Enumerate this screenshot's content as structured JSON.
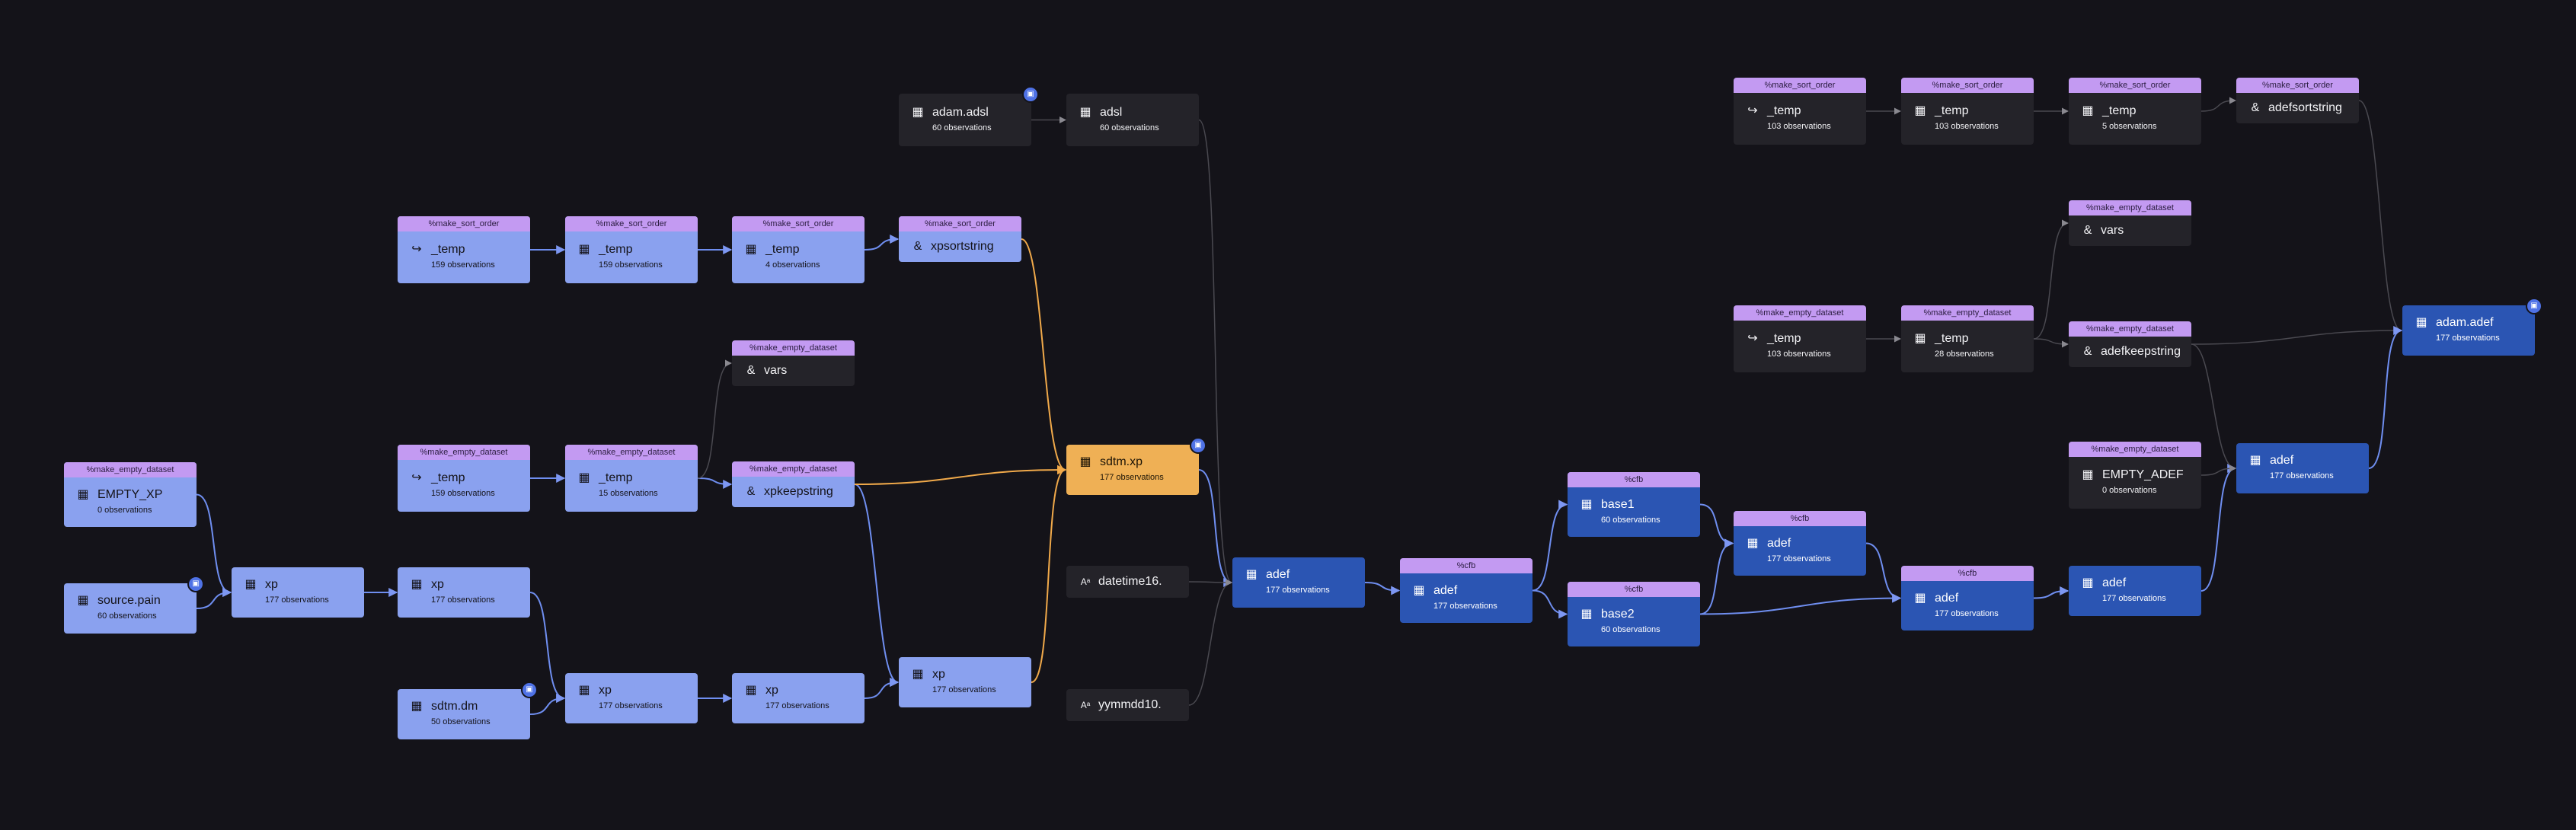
{
  "colors": {
    "background": "#141319",
    "light_node": "#8aa1ef",
    "dark_node": "#242329",
    "blue_node": "#2b55b3",
    "orange_node": "#efb055",
    "tag": "#c39af2",
    "edge_blue": "#6f8ef0",
    "edge_orange": "#f0a94a",
    "edge_gray": "#4a4950"
  },
  "icons": {
    "table": "table-icon",
    "import": "file-import-icon",
    "macro": "ampersand-icon",
    "format": "format-icon",
    "output": "save-icon"
  },
  "nodes": [
    {
      "id": "n1",
      "tag": "%make_empty_dataset",
      "icon": "table",
      "name": "EMPTY_XP",
      "obs": "0 observations",
      "style": "light"
    },
    {
      "id": "n2",
      "tag": "",
      "icon": "table",
      "name": "source.pain",
      "obs": "60 observations",
      "style": "light",
      "badge": true
    },
    {
      "id": "n3",
      "tag": "",
      "icon": "table",
      "name": "xp",
      "obs": "177 observations",
      "style": "light"
    },
    {
      "id": "n4",
      "tag": "%make_sort_order",
      "icon": "import",
      "name": "_temp",
      "obs": "159 observations",
      "style": "light"
    },
    {
      "id": "n5",
      "tag": "%make_empty_dataset",
      "icon": "import",
      "name": "_temp",
      "obs": "159 observations",
      "style": "light"
    },
    {
      "id": "n6",
      "tag": "",
      "icon": "table",
      "name": "xp",
      "obs": "177 observations",
      "style": "light"
    },
    {
      "id": "n7",
      "tag": "",
      "icon": "table",
      "name": "sdtm.dm",
      "obs": "50 observations",
      "style": "light",
      "badge": true
    },
    {
      "id": "n8",
      "tag": "%make_sort_order",
      "icon": "table",
      "name": "_temp",
      "obs": "159 observations",
      "style": "light"
    },
    {
      "id": "n9",
      "tag": "%make_empty_dataset",
      "icon": "table",
      "name": "_temp",
      "obs": "15 observations",
      "style": "light"
    },
    {
      "id": "n10",
      "tag": "",
      "icon": "table",
      "name": "xp",
      "obs": "177 observations",
      "style": "light"
    },
    {
      "id": "n11",
      "tag": "%make_sort_order",
      "icon": "table",
      "name": "_temp",
      "obs": "4 observations",
      "style": "light"
    },
    {
      "id": "n12",
      "tag": "%make_empty_dataset",
      "icon": "macro",
      "name": "vars",
      "obs": "",
      "style": "dark"
    },
    {
      "id": "n13",
      "tag": "%make_empty_dataset",
      "icon": "macro",
      "name": "xpkeepstring",
      "obs": "",
      "style": "light"
    },
    {
      "id": "n14",
      "tag": "",
      "icon": "table",
      "name": "xp",
      "obs": "177 observations",
      "style": "light"
    },
    {
      "id": "n15",
      "tag": "",
      "icon": "table",
      "name": "adam.adsl",
      "obs": "60 observations",
      "style": "dark",
      "badge": true
    },
    {
      "id": "n16",
      "tag": "%make_sort_order",
      "icon": "macro",
      "name": "xpsortstring",
      "obs": "",
      "style": "light"
    },
    {
      "id": "n17",
      "tag": "",
      "icon": "table",
      "name": "xp",
      "obs": "177 observations",
      "style": "light"
    },
    {
      "id": "n18",
      "tag": "",
      "icon": "table",
      "name": "adsl",
      "obs": "60 observations",
      "style": "dark"
    },
    {
      "id": "n19",
      "tag": "",
      "icon": "table",
      "name": "sdtm.xp",
      "obs": "177 observations",
      "style": "orange",
      "badge": true
    },
    {
      "id": "n20",
      "tag": "",
      "icon": "format",
      "name": "datetime16.",
      "obs": "",
      "style": "dark"
    },
    {
      "id": "n21",
      "tag": "",
      "icon": "format",
      "name": "yymmdd10.",
      "obs": "",
      "style": "dark"
    },
    {
      "id": "n22",
      "tag": "",
      "icon": "table",
      "name": "adef",
      "obs": "177 observations",
      "style": "blue"
    },
    {
      "id": "n23",
      "tag": "%cfb",
      "icon": "table",
      "name": "adef",
      "obs": "177 observations",
      "style": "blue"
    },
    {
      "id": "n24",
      "tag": "%cfb",
      "icon": "table",
      "name": "base1",
      "obs": "60 observations",
      "style": "blue"
    },
    {
      "id": "n25",
      "tag": "%cfb",
      "icon": "table",
      "name": "base2",
      "obs": "60 observations",
      "style": "blue"
    },
    {
      "id": "n26",
      "tag": "%cfb",
      "icon": "table",
      "name": "adef",
      "obs": "177 observations",
      "style": "blue"
    },
    {
      "id": "n27",
      "tag": "%make_sort_order",
      "icon": "import",
      "name": "_temp",
      "obs": "103 observations",
      "style": "dark"
    },
    {
      "id": "n28",
      "tag": "%make_empty_dataset",
      "icon": "import",
      "name": "_temp",
      "obs": "103 observations",
      "style": "dark"
    },
    {
      "id": "n29",
      "tag": "%cfb",
      "icon": "table",
      "name": "adef",
      "obs": "177 observations",
      "style": "blue"
    },
    {
      "id": "n30",
      "tag": "%make_sort_order",
      "icon": "table",
      "name": "_temp",
      "obs": "103 observations",
      "style": "dark"
    },
    {
      "id": "n31",
      "tag": "%make_empty_dataset",
      "icon": "table",
      "name": "_temp",
      "obs": "28 observations",
      "style": "dark"
    },
    {
      "id": "n32",
      "tag": "%make_sort_order",
      "icon": "table",
      "name": "_temp",
      "obs": "5 observations",
      "style": "dark"
    },
    {
      "id": "n33",
      "tag": "%make_empty_dataset",
      "icon": "macro",
      "name": "vars",
      "obs": "",
      "style": "dark"
    },
    {
      "id": "n34",
      "tag": "%make_empty_dataset",
      "icon": "macro",
      "name": "adefkeepstring",
      "obs": "",
      "style": "dark"
    },
    {
      "id": "n35",
      "tag": "%make_empty_dataset",
      "icon": "table",
      "name": "EMPTY_ADEF",
      "obs": "0 observations",
      "style": "dark"
    },
    {
      "id": "n36",
      "tag": "",
      "icon": "table",
      "name": "adef",
      "obs": "177 observations",
      "style": "blue"
    },
    {
      "id": "n37",
      "tag": "%make_sort_order",
      "icon": "macro",
      "name": "adefsortstring",
      "obs": "",
      "style": "dark"
    },
    {
      "id": "n38",
      "tag": "",
      "icon": "table",
      "name": "adef",
      "obs": "177 observations",
      "style": "blue"
    },
    {
      "id": "n39",
      "tag": "",
      "icon": "table",
      "name": "adam.adef",
      "obs": "177 observations",
      "style": "blue",
      "badge": true
    }
  ],
  "edges": [
    [
      "n1",
      "n3",
      "blue"
    ],
    [
      "n2",
      "n3",
      "blue"
    ],
    [
      "n3",
      "n6",
      "blue"
    ],
    [
      "n4",
      "n8",
      "blue"
    ],
    [
      "n5",
      "n9",
      "blue"
    ],
    [
      "n6",
      "n10",
      "blue"
    ],
    [
      "n7",
      "n10",
      "blue"
    ],
    [
      "n8",
      "n11",
      "blue"
    ],
    [
      "n9",
      "n13",
      "blue"
    ],
    [
      "n9",
      "n12",
      "gray"
    ],
    [
      "n10",
      "n14",
      "blue"
    ],
    [
      "n11",
      "n16",
      "blue"
    ],
    [
      "n13",
      "n17",
      "blue"
    ],
    [
      "n14",
      "n17",
      "blue"
    ],
    [
      "n16",
      "n19",
      "orange"
    ],
    [
      "n13",
      "n19",
      "orange"
    ],
    [
      "n17",
      "n19",
      "orange"
    ],
    [
      "n15",
      "n18",
      "gray"
    ],
    [
      "n18",
      "n22",
      "gray"
    ],
    [
      "n19",
      "n22",
      "blue"
    ],
    [
      "n20",
      "n22",
      "gray"
    ],
    [
      "n21",
      "n22",
      "gray"
    ],
    [
      "n22",
      "n23",
      "blue"
    ],
    [
      "n23",
      "n24",
      "blue"
    ],
    [
      "n23",
      "n25",
      "blue"
    ],
    [
      "n24",
      "n26",
      "blue"
    ],
    [
      "n25",
      "n26",
      "blue"
    ],
    [
      "n26",
      "n29",
      "blue"
    ],
    [
      "n25",
      "n29",
      "blue"
    ],
    [
      "n29",
      "n36",
      "blue"
    ],
    [
      "n27",
      "n30",
      "gray"
    ],
    [
      "n30",
      "n32",
      "gray"
    ],
    [
      "n32",
      "n37",
      "gray"
    ],
    [
      "n28",
      "n31",
      "gray"
    ],
    [
      "n31",
      "n33",
      "gray"
    ],
    [
      "n31",
      "n34",
      "gray"
    ],
    [
      "n36",
      "n38",
      "blue"
    ],
    [
      "n35",
      "n38",
      "gray"
    ],
    [
      "n34",
      "n38",
      "gray"
    ],
    [
      "n34",
      "n39",
      "gray"
    ],
    [
      "n37",
      "n39",
      "gray"
    ],
    [
      "n38",
      "n39",
      "blue"
    ]
  ]
}
